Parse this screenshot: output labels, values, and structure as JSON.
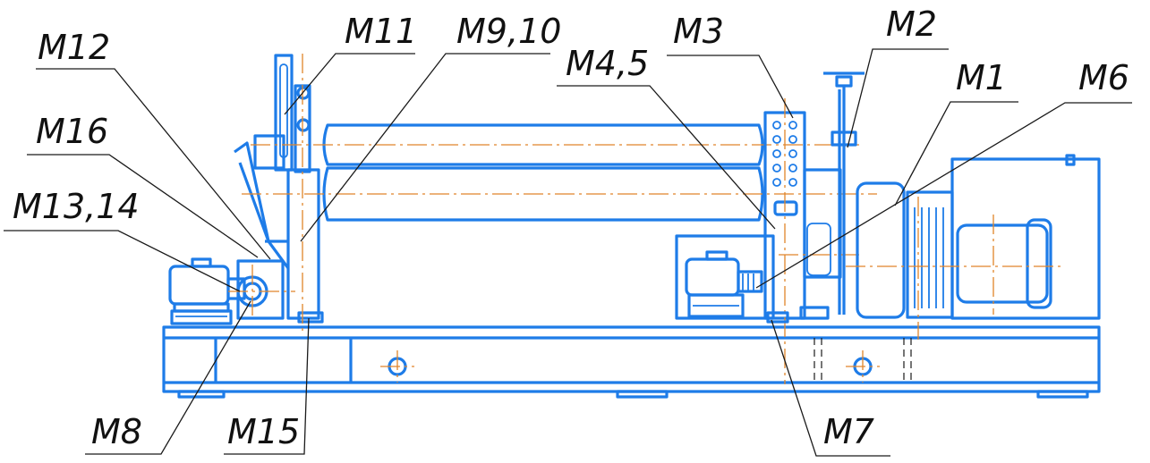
{
  "labels": {
    "m12": "M12",
    "m11": "M11",
    "m9_10": "M9,10",
    "m3": "M3",
    "m2": "M2",
    "m4_5": "M4,5",
    "m1": "M1",
    "m6": "M6",
    "m16": "M16",
    "m13_14": "M13,14",
    "m8": "M8",
    "m15": "M15",
    "m7": "M7"
  },
  "colors": {
    "machine_outline": "#1e7ce8",
    "centerline": "#e0852a",
    "leader": "#1a1a1a"
  }
}
